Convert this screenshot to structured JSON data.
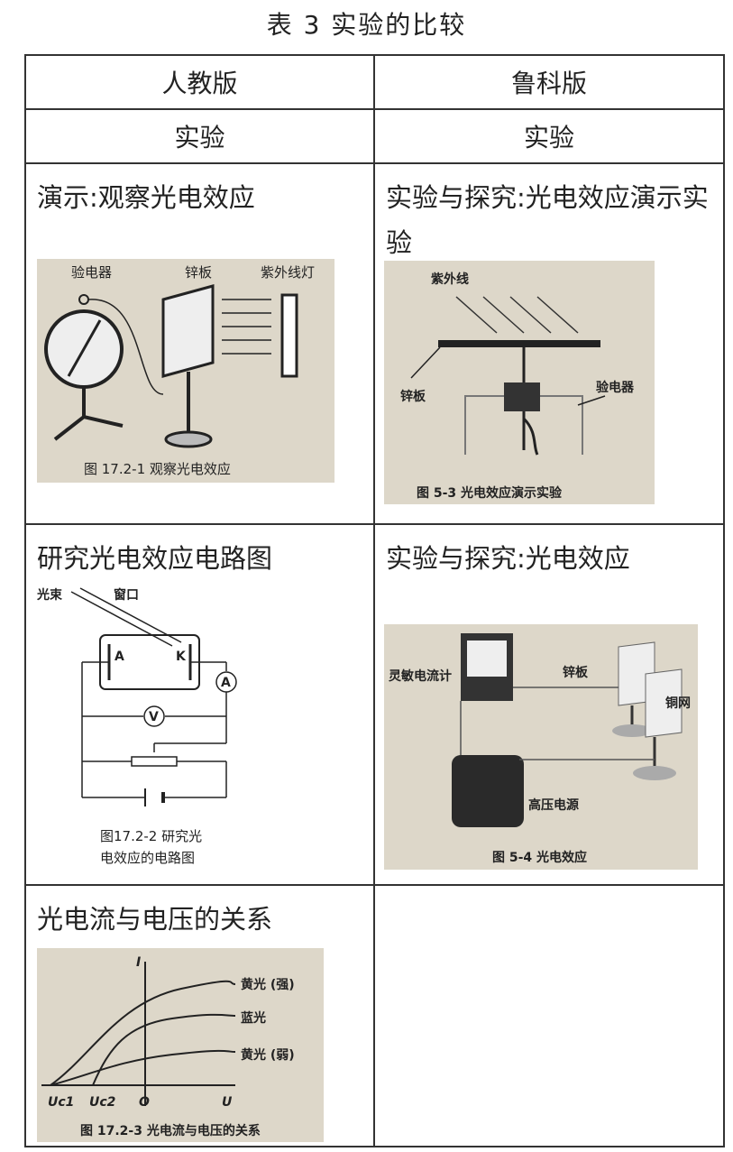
{
  "title": "表 3  实验的比较",
  "columns": [
    "人教版",
    "鲁科版"
  ],
  "sub_headers": [
    "实验",
    "实验"
  ],
  "rows": [
    {
      "left": {
        "title": "演示:观察光电效应",
        "figure": {
          "labels": [
            "验电器",
            "锌板",
            "紫外线灯"
          ],
          "caption": "图 17.2-1   观察光电效应"
        }
      },
      "right": {
        "title": "实验与探究:光电效应演示实验",
        "figure": {
          "labels": [
            "紫外线",
            "锌板",
            "验电器"
          ],
          "caption": "图 5-3   光电效应演示实验"
        }
      }
    },
    {
      "left": {
        "title": "研究光电效应电路图",
        "figure": {
          "labels": [
            "光束",
            "窗口",
            "A",
            "K",
            "A",
            "V"
          ],
          "caption_line1": "图17.2-2   研究光",
          "caption_line2": "电效应的电路图"
        }
      },
      "right": {
        "title": "实验与探究:光电效应",
        "figure": {
          "labels": [
            "灵敏电流计",
            "锌板",
            "铜网",
            "高压电源"
          ],
          "caption": "图 5-4   光电效应"
        }
      }
    },
    {
      "left": {
        "title": "光电流与电压的关系",
        "figure": {
          "axis_y": "I",
          "axis_x": "U",
          "origin": "O",
          "tick_uc1": "Uc1",
          "tick_uc2": "Uc2",
          "curves": [
            "黄光 (强)",
            "蓝光",
            "黄光 (弱)"
          ],
          "caption": "图 17.2-3   光电流与电压的关系"
        }
      },
      "right": {
        "title": ""
      }
    }
  ]
}
